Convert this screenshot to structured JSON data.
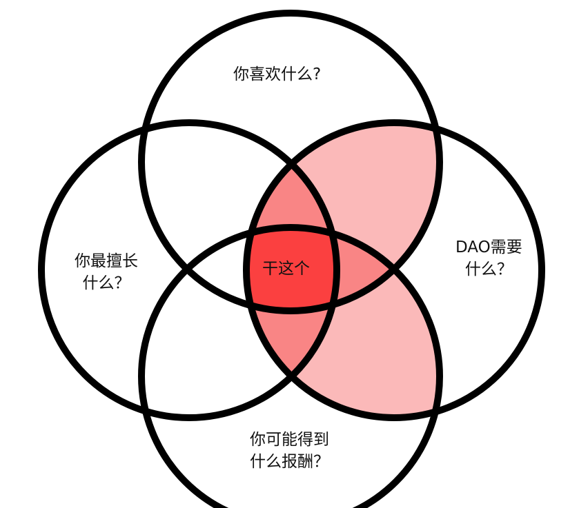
{
  "diagram": {
    "title": "",
    "circles": [
      {
        "id": "top",
        "label": "你喜欢什么?"
      },
      {
        "id": "left",
        "label_lines": [
          "你最擅长",
          "什么？"
        ]
      },
      {
        "id": "right",
        "label_lines": [
          "DAO需要",
          "什么？"
        ]
      },
      {
        "id": "bottom",
        "label_lines": [
          "你可能得到",
          "什么报酬？"
        ]
      }
    ],
    "center_label": "干这个",
    "colors": {
      "outline": "#000000",
      "light": "#fbb9b9",
      "medium": "#f98585",
      "strong": "#fb4040"
    }
  }
}
